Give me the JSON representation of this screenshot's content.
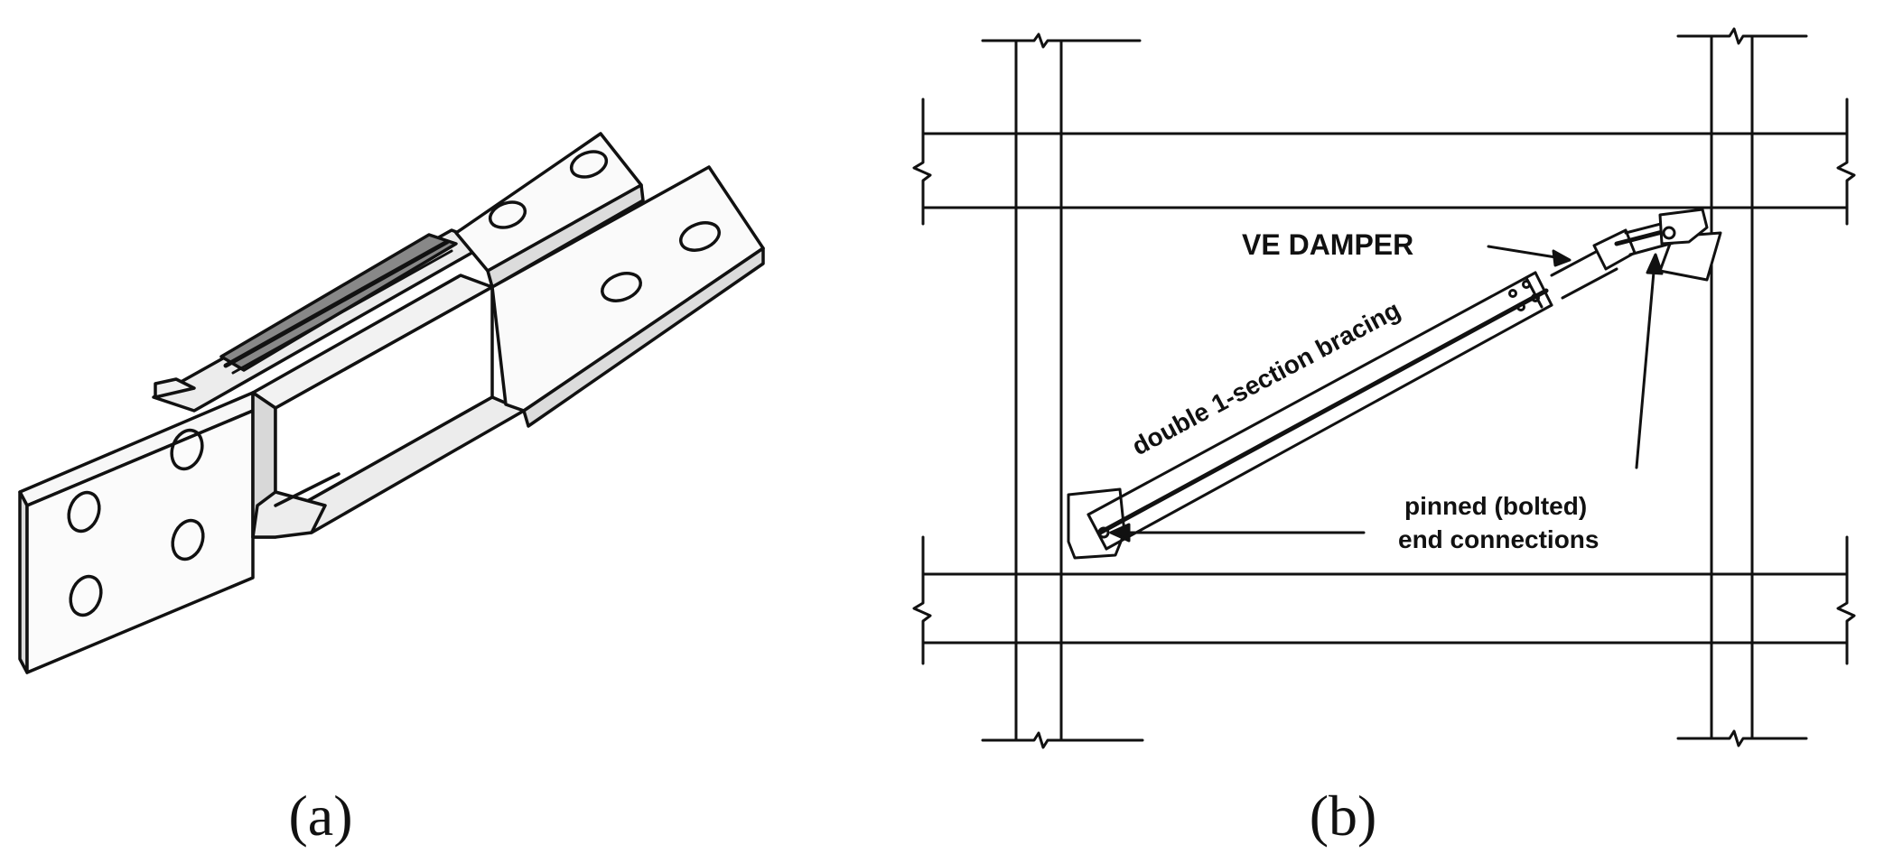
{
  "panels": [
    {
      "id": "a",
      "label": "(a)"
    },
    {
      "id": "b",
      "label": "(b)"
    }
  ],
  "annotations": {
    "ve_damper": "VE DAMPER",
    "bracing": "double 1-section bracing",
    "pinned_line1": "pinned (bolted)",
    "pinned_line2": "end connections"
  },
  "colors": {
    "ink": "#111111",
    "background": "#ffffff"
  }
}
